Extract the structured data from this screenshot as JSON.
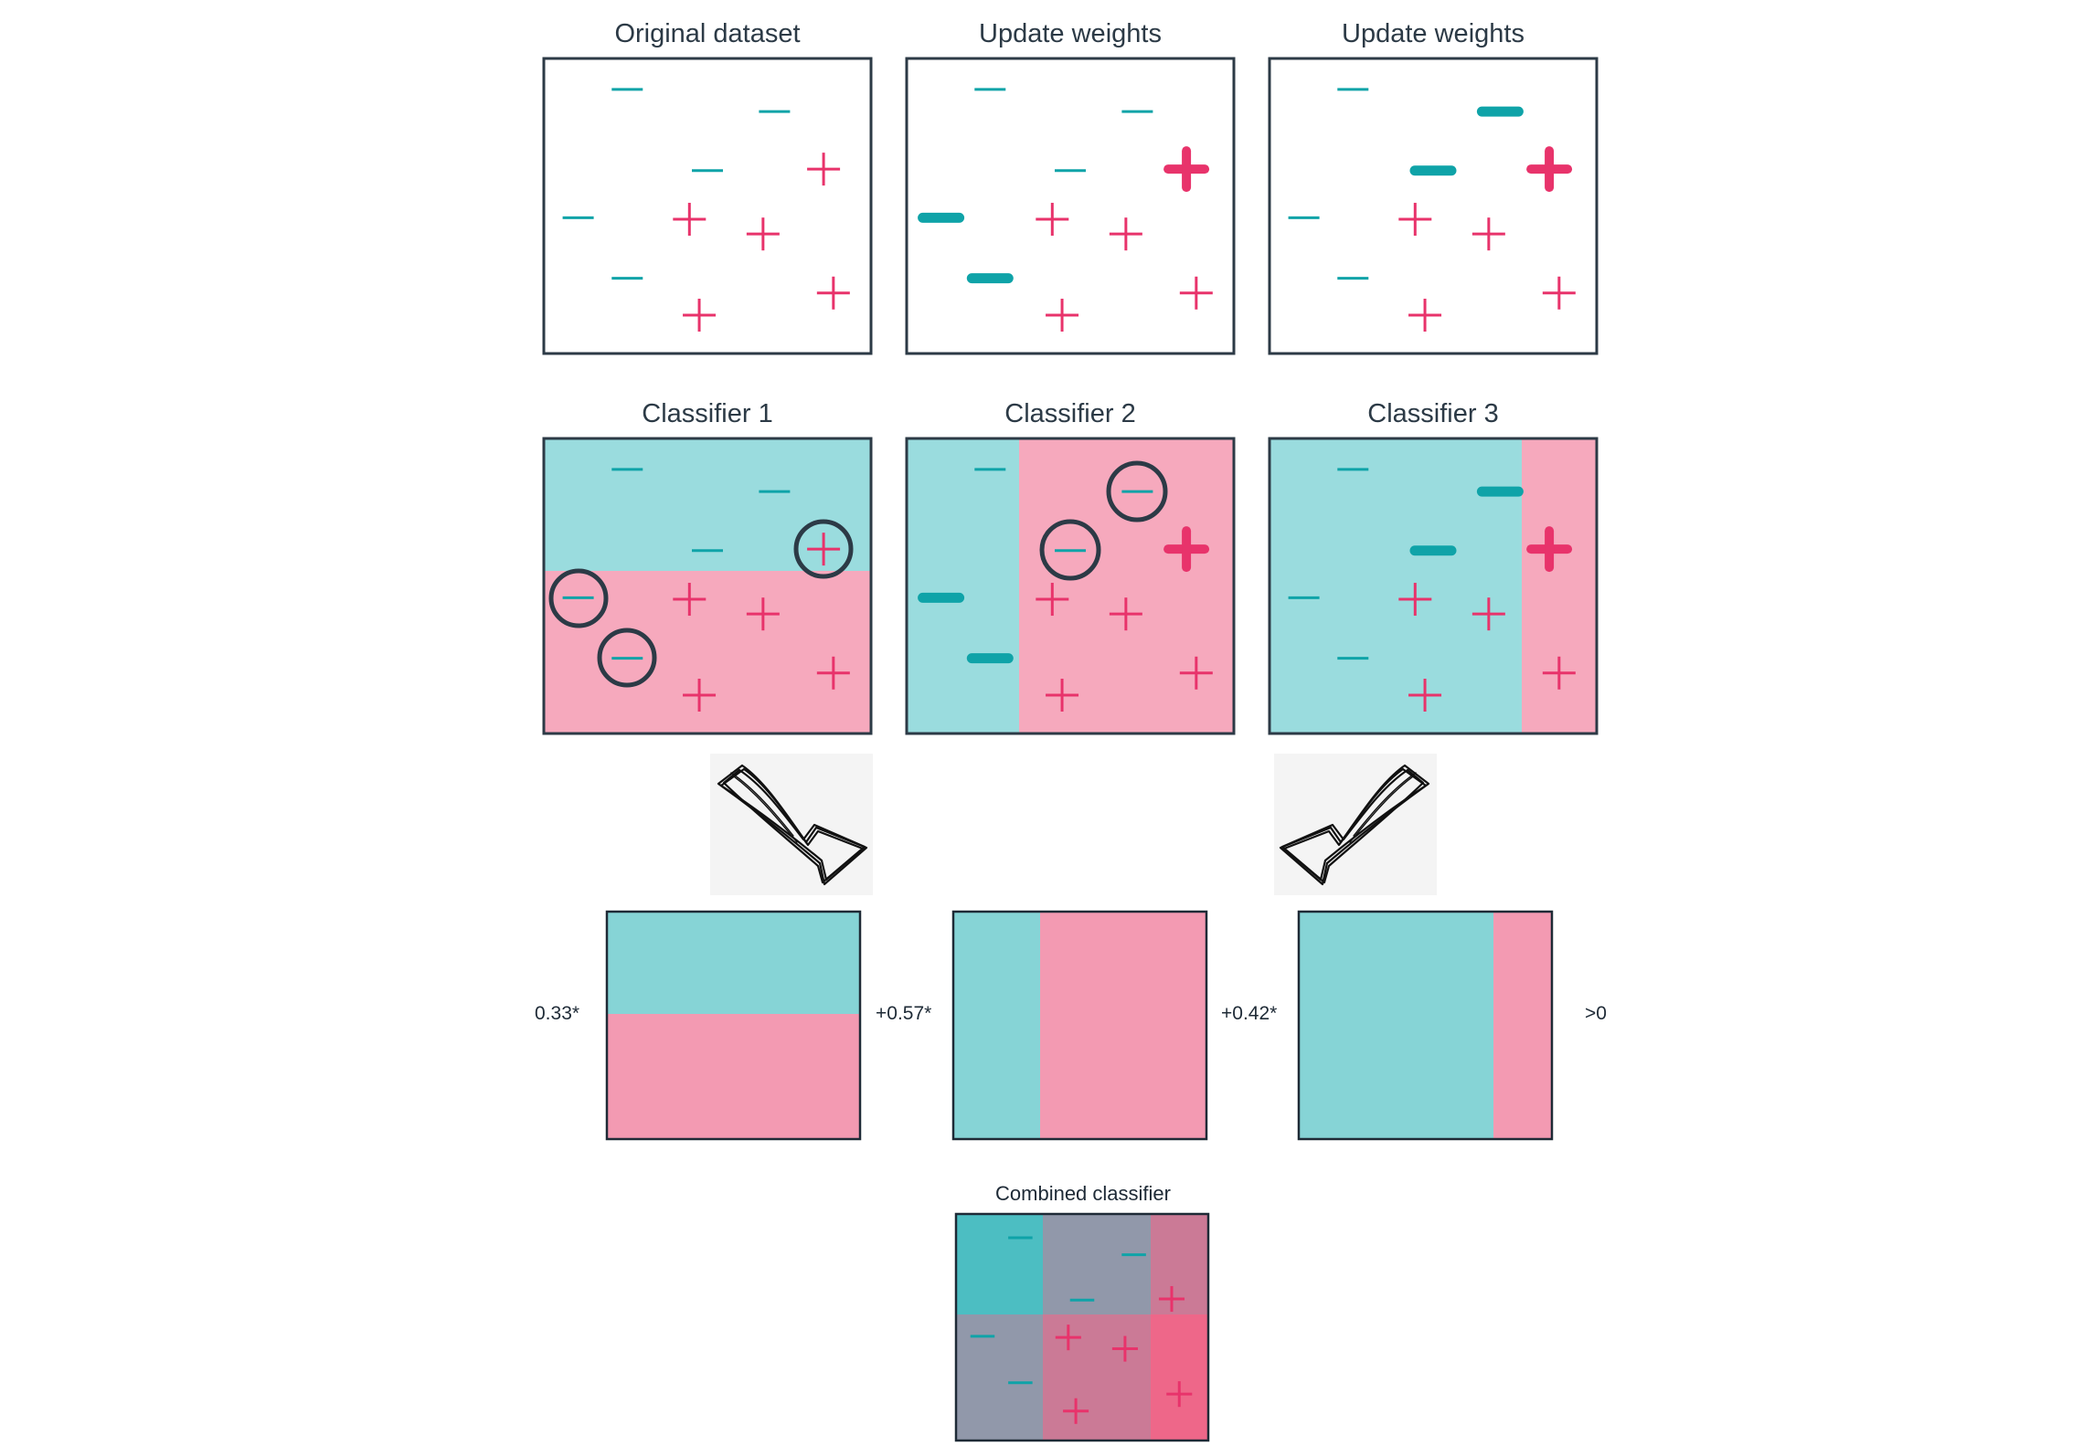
{
  "colors": {
    "teal": "#0fa3a8",
    "pink": "#e8336b",
    "frame": "#2c3a46",
    "teal_region": "#9adcde",
    "pink_region": "#f6a9bd",
    "teal_region_row3": "#86d4d6",
    "pink_region_row3": "#f39ab2",
    "combined_teal": "#4cbec2",
    "combined_mixed": "#9198aa",
    "combined_pinkish": "#cb7a96",
    "combined_pink": "#ee6789",
    "arrow_bg": "#f4f4f4"
  },
  "row1": {
    "titles": [
      "Original dataset",
      "Update weights",
      "Update weights"
    ]
  },
  "row2": {
    "titles": [
      "Classifier 1",
      "Classifier 2",
      "Classifier 3"
    ]
  },
  "weights": {
    "w1": "0.33*",
    "w2": "+0.57*",
    "w3": "+0.42*",
    "threshold": ">0"
  },
  "combined": {
    "title": "Combined classifier"
  },
  "points": [
    {
      "label": "minus",
      "x": 0.255,
      "y": 0.105
    },
    {
      "label": "minus",
      "x": 0.705,
      "y": 0.18
    },
    {
      "label": "minus",
      "x": 0.5,
      "y": 0.38
    },
    {
      "label": "plus",
      "x": 0.855,
      "y": 0.375
    },
    {
      "label": "minus",
      "x": 0.105,
      "y": 0.54
    },
    {
      "label": "plus",
      "x": 0.445,
      "y": 0.545
    },
    {
      "label": "plus",
      "x": 0.67,
      "y": 0.595
    },
    {
      "label": "minus",
      "x": 0.255,
      "y": 0.745
    },
    {
      "label": "plus",
      "x": 0.475,
      "y": 0.87
    },
    {
      "label": "plus",
      "x": 0.885,
      "y": 0.795
    }
  ],
  "icons": [
    "curved-arrow-down-right-icon",
    "curved-arrow-down-left-icon"
  ]
}
